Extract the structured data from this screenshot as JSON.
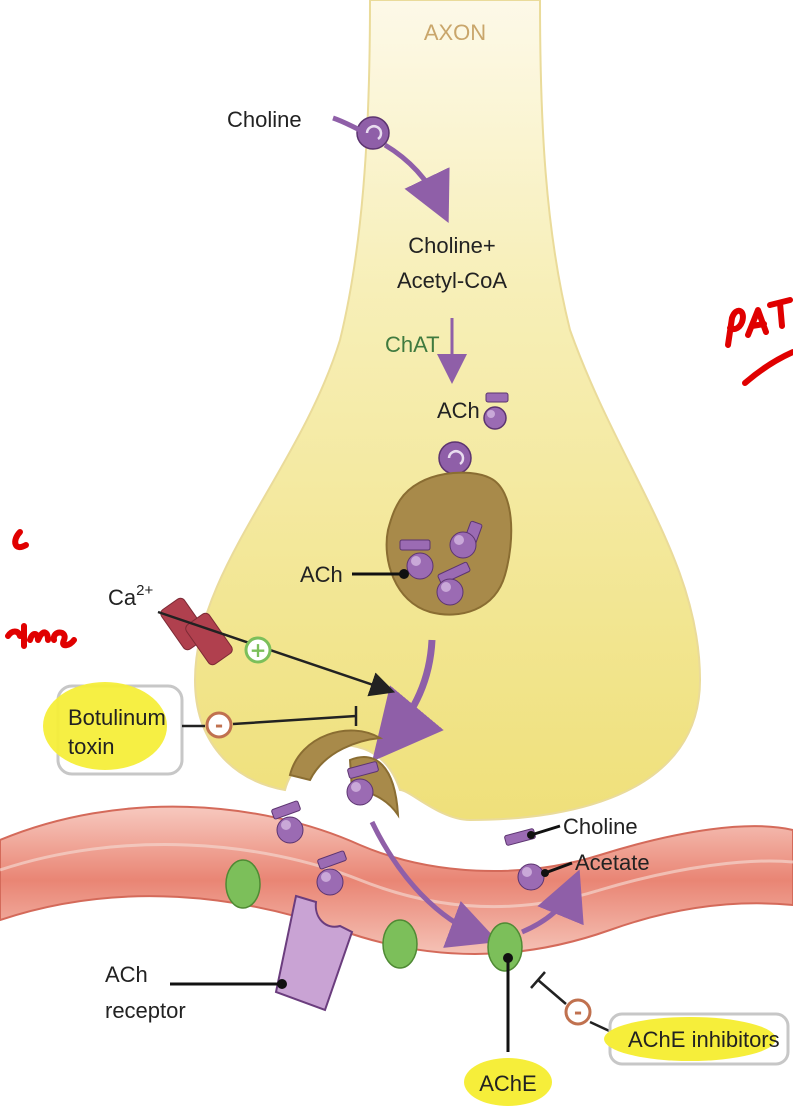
{
  "labels": {
    "axon": "AXON",
    "choline_in": "Choline",
    "choline_plus": "Choline+",
    "acetyl_coa": "Acetyl-CoA",
    "chat": "ChAT",
    "ach_top": "ACh",
    "ach_vesicle": "ACh",
    "calcium_base": "Ca",
    "calcium_sup": "2+",
    "botulinum_line1": "Botulinum",
    "botulinum_line2": "toxin",
    "choline_out": "Choline",
    "acetate": "Acetate",
    "ach_receptor_line1": "ACh",
    "ach_receptor_line2": "receptor",
    "ache_inhibitors": "AChE inhibitors",
    "ache": "AChE",
    "plus_sign": "+",
    "minus_sign": "-"
  },
  "colors": {
    "axon_fill": "#f4eaa0",
    "vesicle": "#a88a4a",
    "ach_molecule": "#8f5fa8",
    "green_enzyme": "#7cbf5a",
    "membrane": "#e88a7a",
    "calcium_channel": "#b0404e",
    "highlight": "#f6ee3a",
    "handwriting": "#e00000"
  }
}
